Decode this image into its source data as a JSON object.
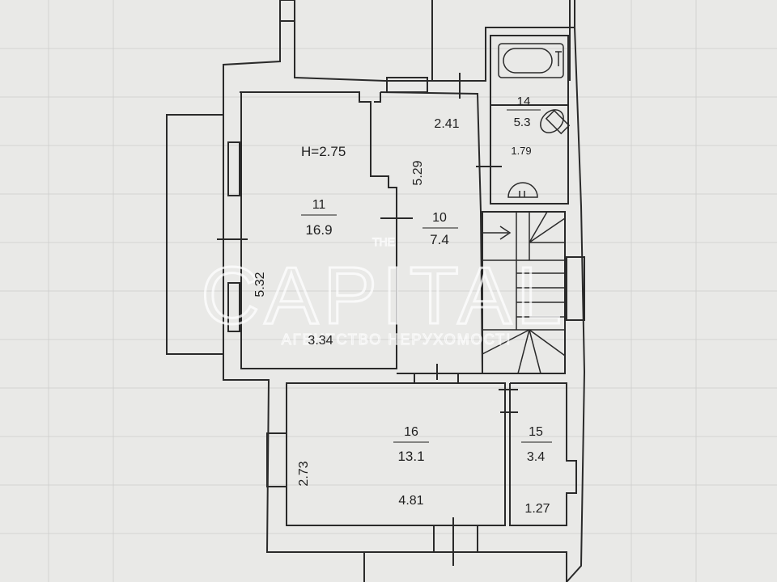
{
  "colors": {
    "paper": "#e9e9e7",
    "ink": "#2a2a2a",
    "grid": "#d2d2d2",
    "watermark": "#ffffff"
  },
  "header": {
    "ceiling_height": "H=2.75"
  },
  "rooms": {
    "r11": {
      "number": "11",
      "area": "16.9",
      "dim_side": "5.32",
      "dim_bottom": "3.34"
    },
    "r10": {
      "number": "10",
      "area": "7.4",
      "dim_top": "2.41",
      "dim_side": "5.29"
    },
    "r14": {
      "number": "14",
      "area": "5.3",
      "dim": "1.79"
    },
    "r16": {
      "number": "16",
      "area": "13.1",
      "dim_side": "2.73",
      "dim_bottom": "4.81"
    },
    "r15": {
      "number": "15",
      "area": "3.4",
      "dim_bottom": "1.27"
    }
  },
  "watermark": {
    "small": "THE",
    "brand": "CAPITAL",
    "tagline": "АГЕНТСТВО НЕРУХОМОСТІ"
  },
  "icons": [
    "bathtub-icon",
    "toilet-icon",
    "sink-icon",
    "staircase-icon",
    "arrow-right-icon"
  ]
}
